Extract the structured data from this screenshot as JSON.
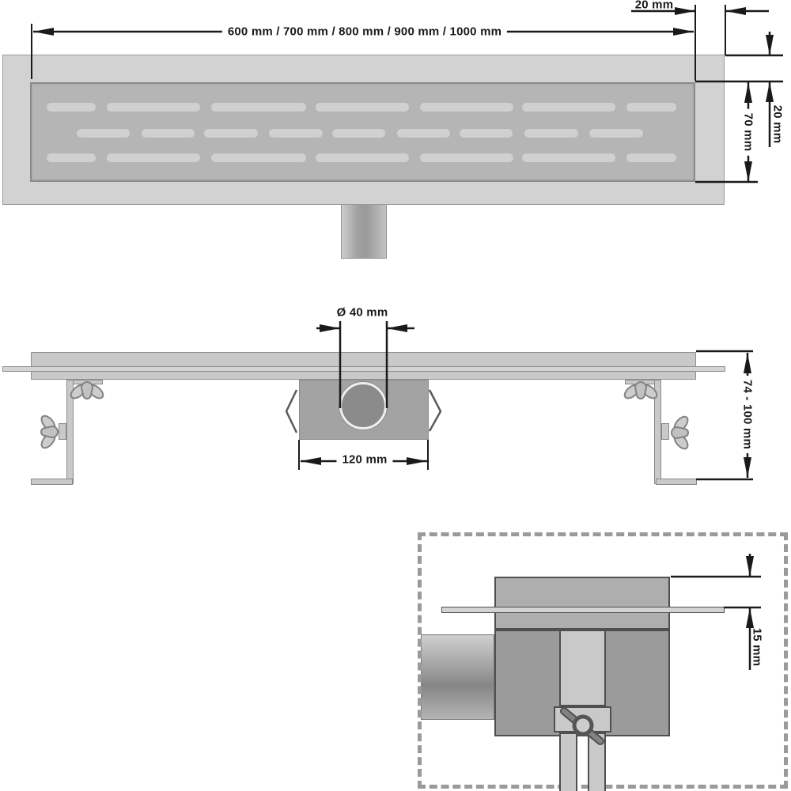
{
  "drawing": {
    "top_view": {
      "length_options_label": "600 mm / 700 mm / 800 mm / 900 mm / 1000 mm",
      "end_cap_width_label": "20 mm",
      "edge_height_label": "20 mm",
      "grate_width_label": "70 mm"
    },
    "section_view": {
      "outlet_diameter_label": "Ø 40 mm",
      "trap_width_label": "120 mm",
      "install_height_label": "74 - 100 mm"
    },
    "detail_view": {
      "edge_height_label": "15 mm"
    }
  },
  "palette": {
    "line": "#1a1a1a",
    "steel_light": "#d2d2d2",
    "steel": "#b5b5b5",
    "steel_mid": "#a3a3a3",
    "steel_dark": "#8b8b8b",
    "dash_border": "#9a9a9a"
  }
}
